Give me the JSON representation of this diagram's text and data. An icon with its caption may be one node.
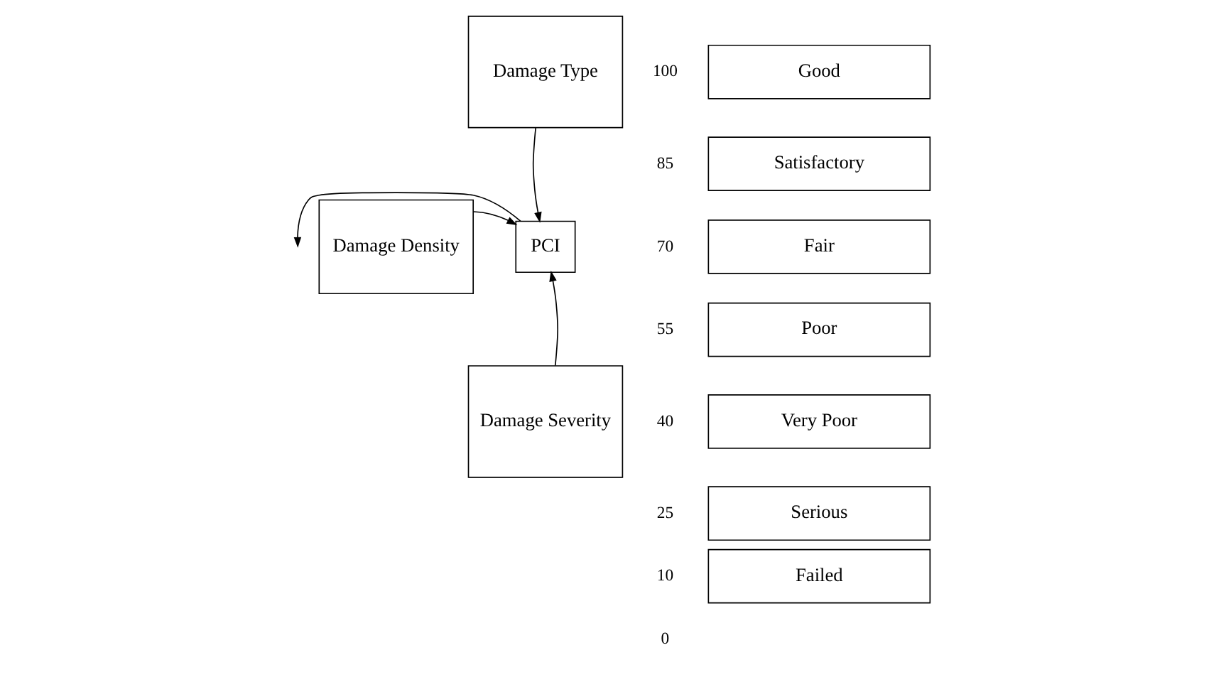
{
  "diagram": {
    "nodes": [
      {
        "text": [
          "Damage Type"
        ]
      },
      {
        "text": [
          "Damage Density"
        ]
      },
      {
        "text": [
          "PCI"
        ]
      },
      {
        "text": [
          "Damage Severity"
        ]
      },
      {
        "text": [
          "Good"
        ]
      },
      {
        "text": [
          "Satisfactory"
        ]
      },
      {
        "text": [
          "Fair"
        ]
      },
      {
        "text": [
          "Poor"
        ]
      },
      {
        "text": [
          "Very Poor"
        ]
      },
      {
        "text": [
          "Serious"
        ]
      },
      {
        "text": [
          "Failed"
        ]
      }
    ],
    "edges": [
      {
        "from": 0,
        "to": 2,
        "arrow": "to"
      },
      {
        "from": 1,
        "to": 2,
        "arrow": "to"
      },
      {
        "from": 3,
        "to": 2,
        "arrow": "to"
      },
      {
        "from": 2,
        "to": null,
        "arrow": "to"
      }
    ],
    "labels": [
      "100",
      "85",
      "70",
      "55",
      "40",
      "25",
      "10",
      "0"
    ]
  }
}
